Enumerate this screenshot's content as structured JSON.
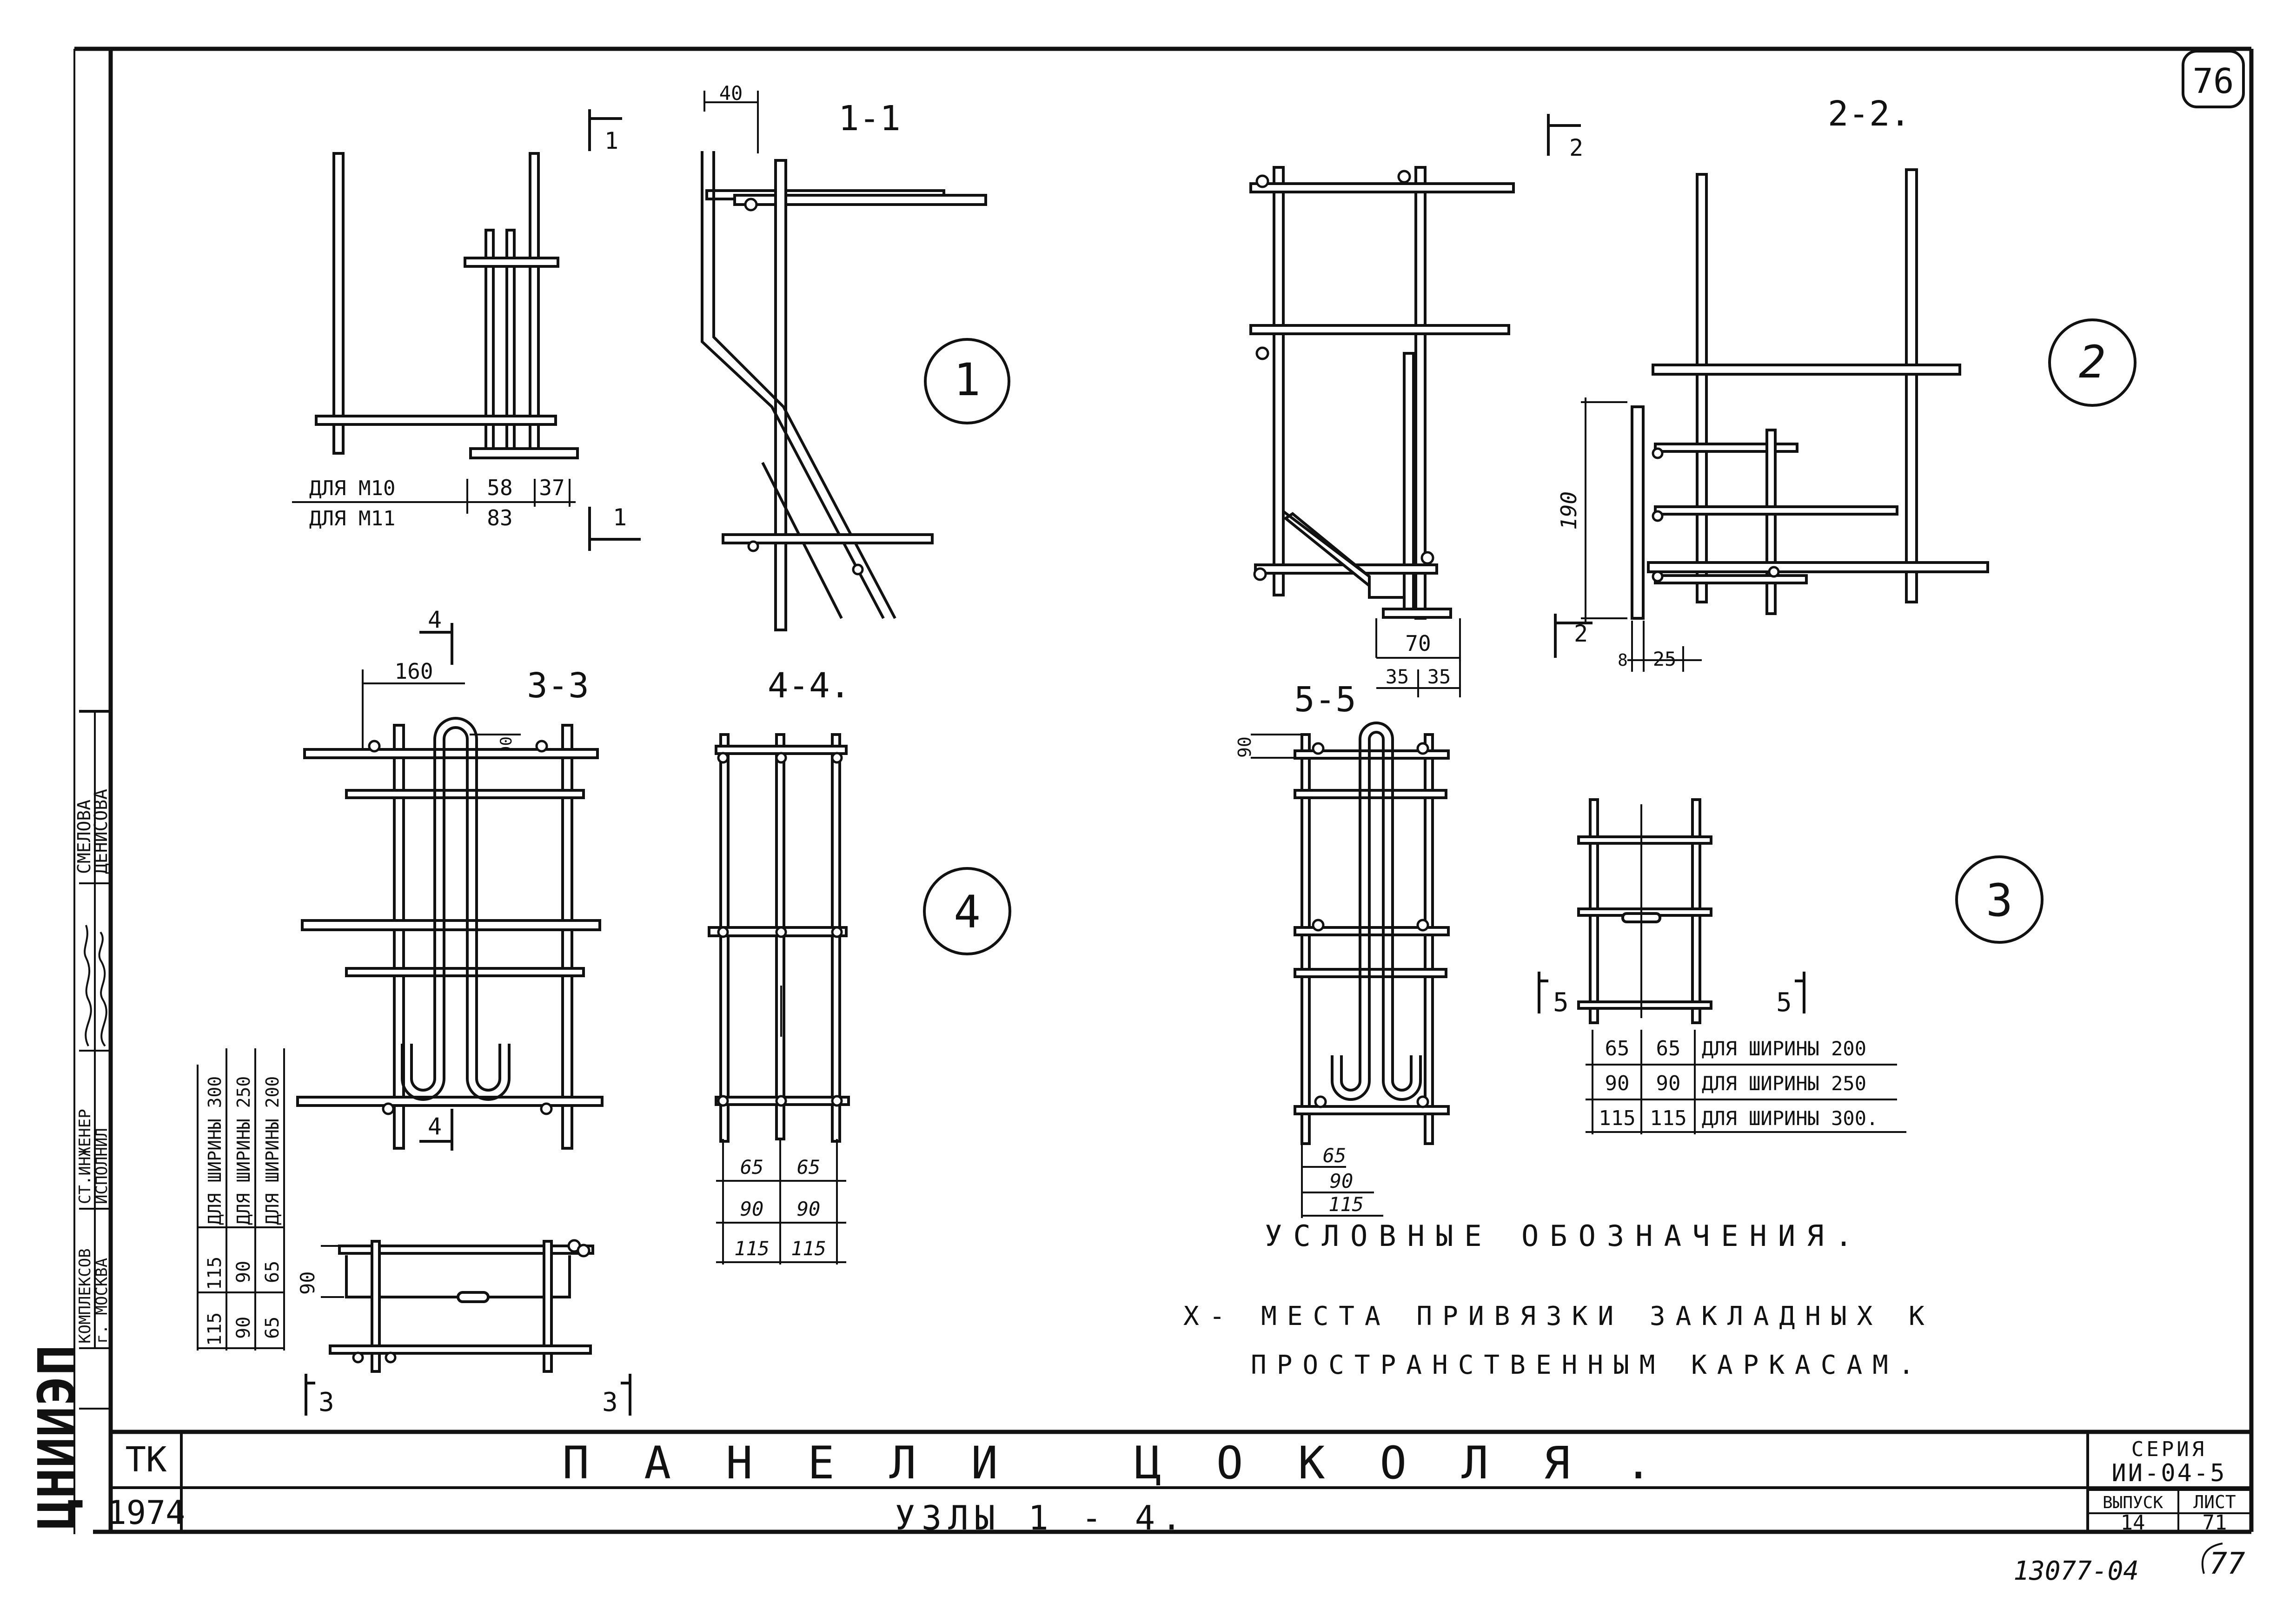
{
  "sheet": {
    "number_top": "76",
    "number_bottom": "77",
    "archive_code": "13077-04"
  },
  "title_block": {
    "code": "ТК",
    "year": "1974",
    "title": "ПАНЕЛИ ЦОКОЛЯ.",
    "subtitle": "УЗЛЫ 1 - 4.",
    "series_label": "СЕРИЯ",
    "series_value": "ИИ-04-5",
    "issue_label": "ВЫПУСК",
    "issue_value": "14",
    "page_label": "ЛИСТ",
    "page_value": "71"
  },
  "side_block": {
    "org": "ЦНИИЭП",
    "org_sub1": "КОМПЛЕКСОВ",
    "org_sub2": "г. МОСКВА",
    "role1": "СТ.ИНЖЕНЕР",
    "role2": "ИСПОЛНИЛ",
    "name1": "СМЕЛОВА",
    "name2": "ДЕНИСОВА"
  },
  "nodes": {
    "n1": "1",
    "n2": "2",
    "n3": "3",
    "n4": "4"
  },
  "sections": {
    "s11": "1-1",
    "s22": "2-2.",
    "s33": "3-3",
    "s44": "4-4.",
    "s55": "5-5"
  },
  "markers": {
    "m1": "1",
    "m2": "2",
    "m3": "3",
    "m4": "4",
    "m5": "5"
  },
  "dims": {
    "d40": "40",
    "d58": "58",
    "d37": "37",
    "d83": "83",
    "for_m10": "ДЛЯ М10",
    "for_m11": "ДЛЯ М11",
    "d190": "190",
    "d8": "8",
    "d25": "25",
    "d70": "70",
    "d35": "35",
    "d160": "160",
    "d90": "90",
    "d65": "65",
    "d115": "115"
  },
  "width_table_1": [
    {
      "a": "65",
      "b": "65",
      "label": "ДЛЯ ШИРИНЫ 200"
    },
    {
      "a": "90",
      "b": "90",
      "label": "ДЛЯ ШИРИНЫ 250"
    },
    {
      "a": "115",
      "b": "115",
      "label": "ДЛЯ ШИРИНЫ 300."
    }
  ],
  "width_table_vertical": [
    {
      "a": "115",
      "b": "115",
      "label": "ДЛЯ ШИРИНЫ 300"
    },
    {
      "a": "90",
      "b": "90",
      "label": "ДЛЯ ШИРИНЫ 250"
    },
    {
      "a": "65",
      "b": "65",
      "label": "ДЛЯ ШИРИНЫ 200"
    }
  ],
  "table_44": [
    {
      "a": "65",
      "b": "65"
    },
    {
      "a": "90",
      "b": "90"
    },
    {
      "a": "115",
      "b": "115"
    }
  ],
  "legend": {
    "heading": "УСЛОВНЫЕ ОБОЗНАЧЕНИЯ.",
    "line1": "X- МЕСТА ПРИВЯЗКИ ЗАКЛАДНЫХ К",
    "line2": "ПРОСТРАНСТВЕННЫМ КАРКАСАМ."
  }
}
